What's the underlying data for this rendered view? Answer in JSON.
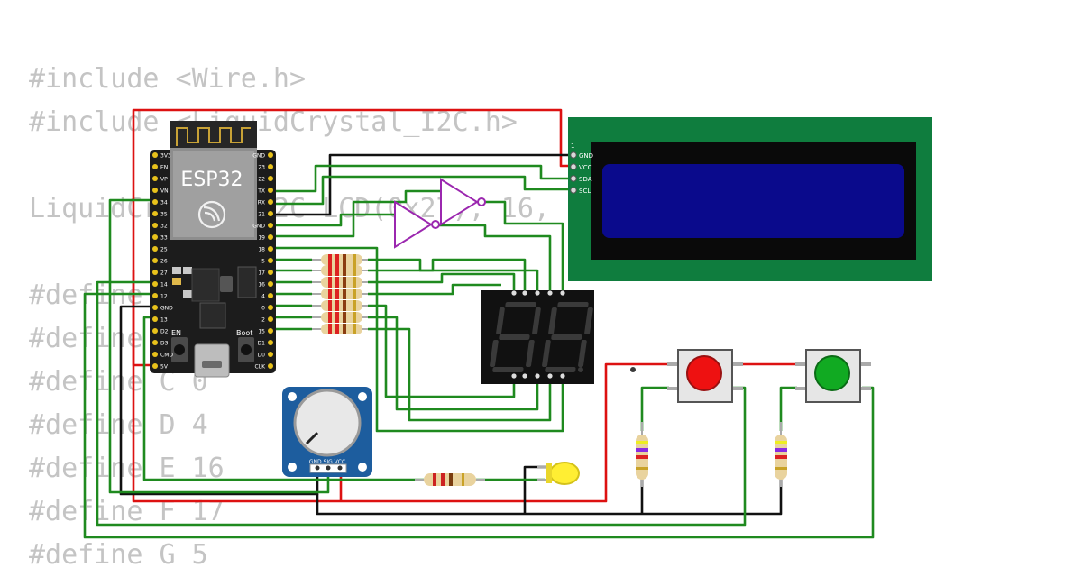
{
  "code_lines": [
    "#include <Wire.h>",
    "#include <LiquidCrystal_I2C.h>",
    "",
    "LiquidCrystal_I2C LCD(0x27), 16, 2);",
    "",
    "#define A 13",
    "#define B 12",
    "#define C 0",
    "#define D 4",
    "#define E 16",
    "#define F 17",
    "#define G 5"
  ],
  "esp32": {
    "title": "ESP32",
    "en_label": "EN",
    "boot_label": "Boot",
    "left_pins": [
      "3V3",
      "EN",
      "VP",
      "VN",
      "34",
      "35",
      "32",
      "33",
      "25",
      "26",
      "27",
      "14",
      "12",
      "GND",
      "13",
      "D2",
      "D3",
      "CMD",
      "5V"
    ],
    "right_pins": [
      "GND",
      "23",
      "22",
      "TX",
      "RX",
      "21",
      "GND",
      "19",
      "18",
      "5",
      "17",
      "16",
      "4",
      "0",
      "2",
      "15",
      "D1",
      "D0",
      "CLK"
    ]
  },
  "lcd": {
    "pin1": "1",
    "pins": [
      "GND",
      "VCC",
      "SDA",
      "SCL"
    ]
  },
  "potentiometer": {
    "pin_labels": "GND SIG VCC"
  },
  "colors": {
    "wire_green": "#1f8a1f",
    "wire_red": "#dd1111",
    "wire_black": "#111111",
    "board": "#1c1c1c",
    "lcd_pcb": "#0f7d3e",
    "lcd_screen": "#0a0a8c",
    "gate": "#9b27af",
    "button_red": "#ee1111",
    "button_green": "#11aa22",
    "led": "#ffee33",
    "pot_pcb": "#1d5d9e"
  },
  "components": {
    "icons": [
      "esp-antenna-icon",
      "espressif-logo-icon",
      "usb-port-icon"
    ]
  }
}
